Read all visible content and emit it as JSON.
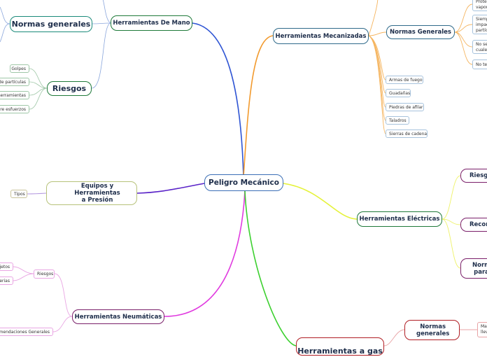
{
  "central": {
    "label": "Peligro Mecánico"
  },
  "branches": {
    "herramientas_de_mano": {
      "label": "Herramientas De Mano",
      "normas_generales": "Normas generales",
      "riesgos": {
        "label": "Riesgos",
        "items": [
          "Golpes",
          "de partículas",
          "herramientas",
          "bre esfuerzos"
        ]
      }
    },
    "herramientas_mecanizadas": {
      "label": "Herramientas Mecanizadas",
      "normas_generales": {
        "label": "Normas Generales",
        "items": [
          "Proteg\nvapore",
          "Siemp\nimpac\npartíc",
          "No se\ncuales",
          "No te"
        ]
      },
      "items": [
        "Armas de fuego",
        "Guadañas",
        "Piedras de afilar",
        "Taladros",
        "Sierras de cadena"
      ]
    },
    "equipos_presion": {
      "label": "Equipos y Herramientas\na Presión",
      "items": [
        "Tipos"
      ]
    },
    "herramientas_electricas": {
      "label": "Herramientas Eléctricas",
      "items": [
        "Riesgo",
        "Recom",
        "Norm\npara"
      ]
    },
    "herramientas_neumaticas": {
      "label": "Herramientas Neumáticas",
      "riesgos": {
        "label": "Riesgos",
        "items": [
          "objetos",
          "serias"
        ]
      },
      "recomendaciones": "comendaciones Generales"
    },
    "herramientas_gas": {
      "label": "Herramientas a gas",
      "normas_generales": "Normas\ngenerales",
      "items": [
        "Ma\nllev"
      ]
    }
  },
  "colors": {
    "central_border": "#3b6fb6",
    "link_mano": "#2f55d4",
    "link_mecanizadas": "#f29a2e",
    "link_presion": "#5a23c8",
    "link_electricas": "#e5f23a",
    "link_neumaticas": "#e03adf",
    "link_gas": "#3cd02f",
    "branch_mano": "#1f7a3a",
    "branch_mecanizadas": "#2f6a8a",
    "branch_electricas": "#1f7a3a",
    "branch_presion": "#b7c27a",
    "branch_neumaticas": "#7a1f6a",
    "branch_gas": "#b01e24"
  }
}
